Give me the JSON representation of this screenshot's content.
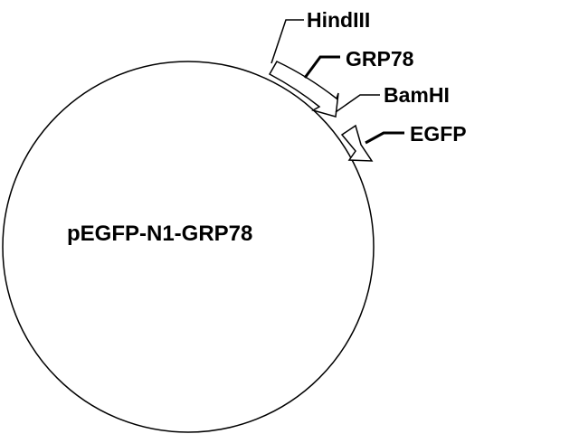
{
  "plasmid": {
    "name": "pEGFP-N1-GRP78"
  },
  "features": {
    "hindiii": "HindIII",
    "grp78": "GRP78",
    "bamhi": "BamHI",
    "egfp": "EGFP"
  },
  "colors": {
    "ink": "#000000",
    "background": "#ffffff"
  }
}
